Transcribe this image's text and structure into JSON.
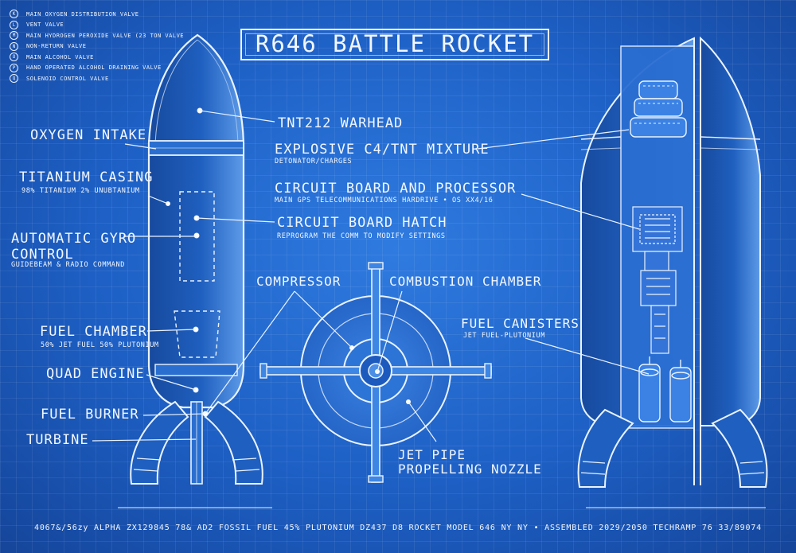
{
  "title": "R646 BATTLE ROCKET",
  "legend": [
    {
      "key": "K",
      "text": "MAIN OXYGEN DISTRIBUTION VALVE"
    },
    {
      "key": "L",
      "text": "VENT VALVE"
    },
    {
      "key": "M",
      "text": "MAIN HYDROGEN PEROXIDE VALVE (23 TON VALVE"
    },
    {
      "key": "N",
      "text": "NON-RETURN VALVE"
    },
    {
      "key": "O",
      "text": "MAIN ALCOHOL VALVE"
    },
    {
      "key": "P",
      "text": "HAND OPERATED ALCOHOL DRAINING VALVE"
    },
    {
      "key": "Q",
      "text": "SOLENOID CONTROL VALVE"
    }
  ],
  "labels": {
    "oxygen_intake": "OXYGEN INTAKE",
    "titanium_casing": "TITANIUM CASING",
    "titanium_casing_sub": "98% TITANIUM 2% UNUBTANIUM",
    "gyro_line1": "AUTOMATIC GYRO",
    "gyro_line2": "CONTROL",
    "gyro_sub": "GUIDEBEAM & RADIO COMMAND",
    "fuel_chamber": "FUEL CHAMBER",
    "fuel_chamber_sub": "50% JET FUEL 50% PLUTONIUM",
    "quad_engine": "QUAD ENGINE",
    "fuel_burner": "FUEL BURNER",
    "turbine": "TURBINE",
    "warhead": "TNT212 WARHEAD",
    "explosive": "EXPLOSIVE C4/TNT MIXTURE",
    "explosive_sub": "DETONATOR/CHARGES",
    "circuit_board": "CIRCUIT BOARD AND PROCESSOR",
    "circuit_board_sub": "MAIN GPS TELECOMMUNICATIONS HARDRIVE • OS XX4/16",
    "hatch": "CIRCUIT BOARD HATCH",
    "hatch_sub": "REPROGRAM THE COMM TO MODIFY SETTINGS",
    "compressor": "COMPRESSOR",
    "combustion": "COMBUSTION CHAMBER",
    "fuel_canisters": "FUEL CANISTERS",
    "fuel_canisters_sub": "JET FUEL-PLUTONIUM",
    "jet_pipe_line1": "JET PIPE",
    "jet_pipe_line2": "PROPELLING NOZZLE"
  },
  "footer": "4067&/56zy  ALPHA ZX129845 78& AD2 FOSSIL FUEL 45% PLUTONIUM DZ437 D8 ROCKET MODEL 646 NY NY • ASSEMBLED 2029/2050 TECHRAMP 76 33/89074"
}
